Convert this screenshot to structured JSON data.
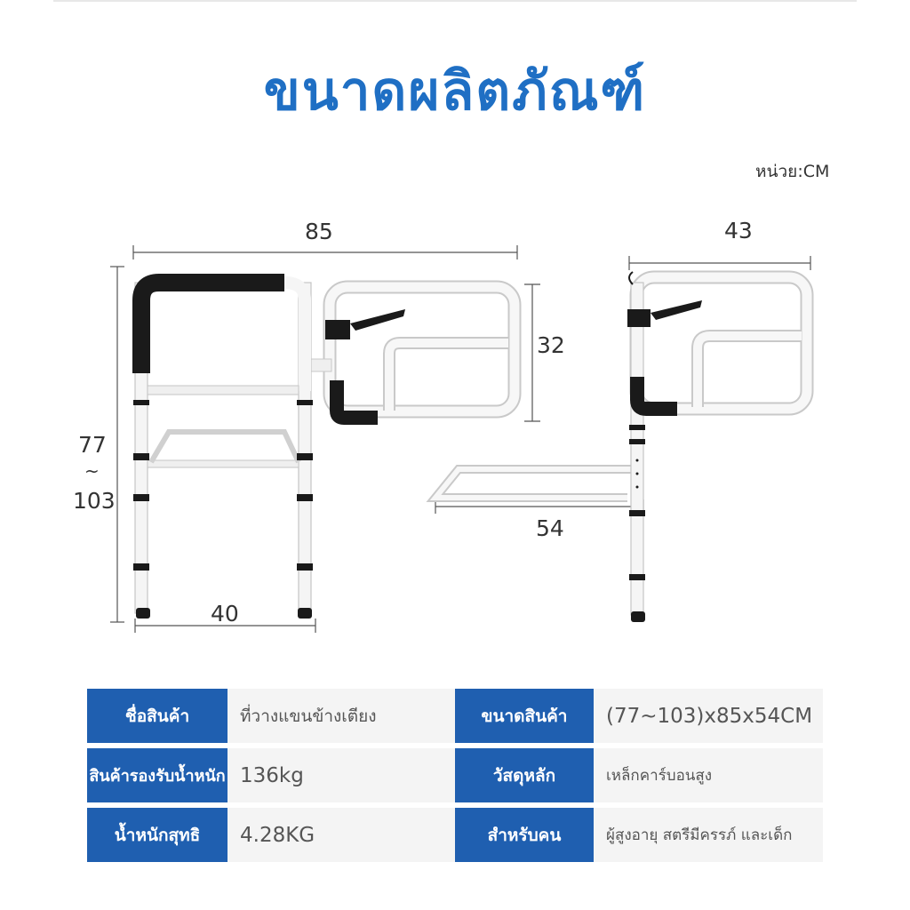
{
  "header": {
    "title": "ขนาดผลิตภัณฑ์",
    "unit": "หน่วย:CM"
  },
  "dimensions": {
    "front_width": "85",
    "front_height_min": "77",
    "front_height_sep": "~",
    "front_height_max": "103",
    "base_width": "40",
    "side_width": "43",
    "panel_height": "32",
    "side_depth": "54"
  },
  "colors": {
    "title": "#1f6fc4",
    "label_bg": "#1f5fb0",
    "value_bg": "#f4f4f4",
    "frame": "#f7f7f7",
    "grip": "#1a1a1a"
  },
  "specs": [
    {
      "label": "ชื่อสินค้า",
      "value": "ที่วางแขนข้างเตียง"
    },
    {
      "label": "สินค้ารองรับน้ำหนัก",
      "value": "136kg"
    },
    {
      "label": "น้ำหนักสุทธิ",
      "value": "4.28KG"
    },
    {
      "label": "ขนาดสินค้า",
      "value": "(77~103)x85x54CM"
    },
    {
      "label": "วัสดุหลัก",
      "value": "เหล็กคาร์บอนสูง"
    },
    {
      "label": "สำหรับคน",
      "value": "ผู้สูงอายุ สตรีมีครรภ์ และเด็ก"
    }
  ]
}
